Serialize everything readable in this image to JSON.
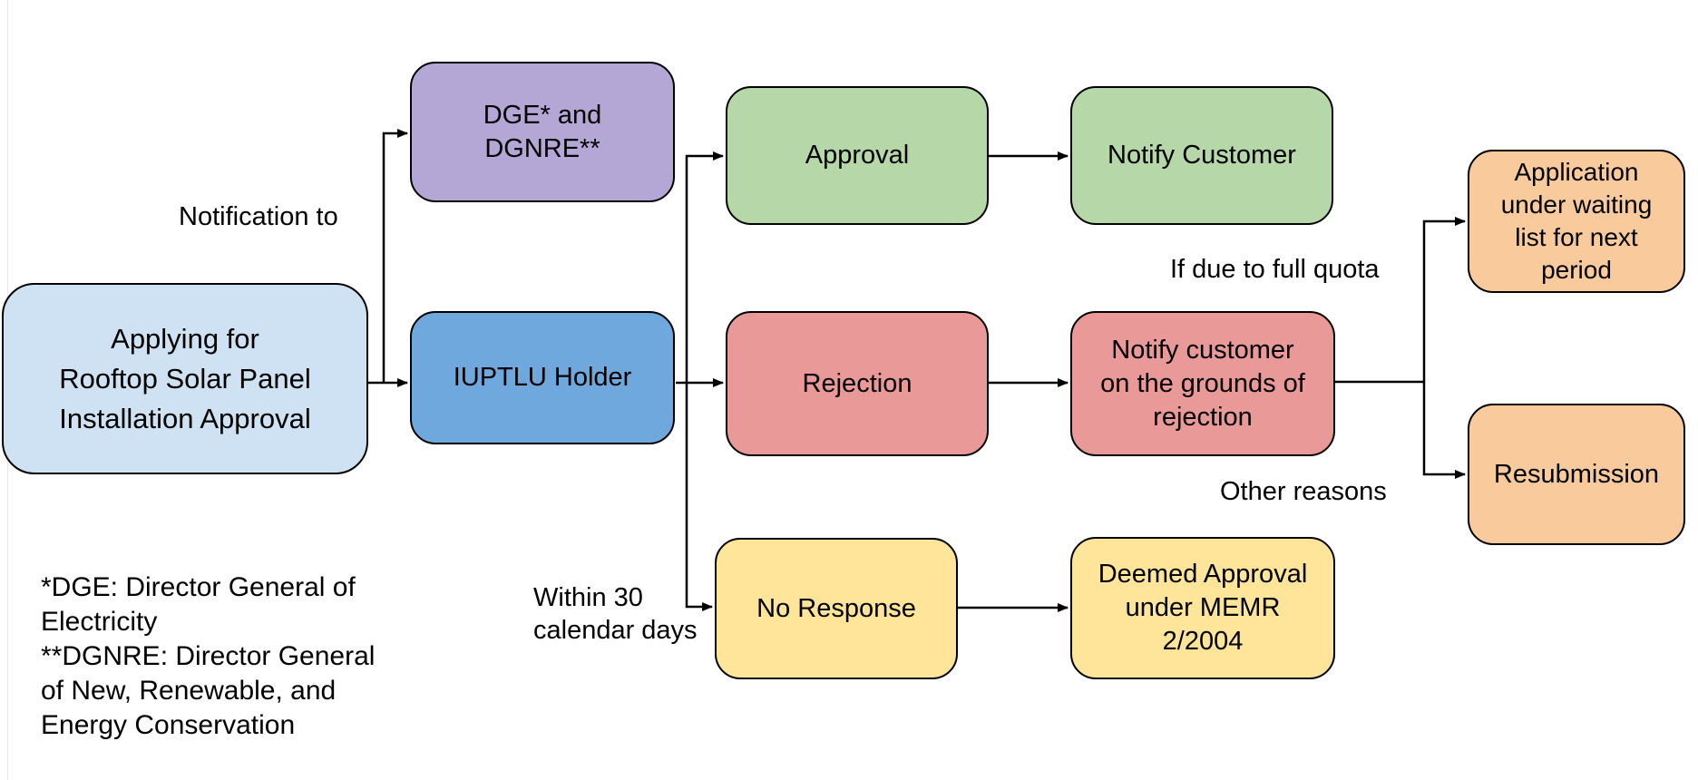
{
  "diagram": {
    "title": "Applying for Rooftop Solar Panel Installation Approval",
    "colors": {
      "light_blue": "#cfe2f3",
      "blue": "#6fa8dc",
      "purple": "#b4a7d6",
      "green": "#b6d7a8",
      "red": "#ea9999",
      "yellow": "#ffe599",
      "orange": "#f9cb9c",
      "line": "#000000",
      "background": "#ffffff"
    },
    "nodes": {
      "applying": {
        "label": "Applying for\nRooftop Solar Panel\nInstallation Approval",
        "color": "#cfe2f3"
      },
      "dge": {
        "label": "DGE* and\nDGNRE**",
        "color": "#b4a7d6"
      },
      "iuptlu": {
        "label": "IUPTLU Holder",
        "color": "#6fa8dc"
      },
      "approval": {
        "label": "Approval",
        "color": "#b6d7a8"
      },
      "notify_customer": {
        "label": "Notify Customer",
        "color": "#b6d7a8"
      },
      "rejection": {
        "label": "Rejection",
        "color": "#ea9999"
      },
      "notify_grounds": {
        "label": "Notify customer\non the grounds of\nrejection",
        "color": "#ea9999"
      },
      "no_response": {
        "label": "No Response",
        "color": "#ffe599"
      },
      "deemed_approval": {
        "label": "Deemed Approval\nunder MEMR\n2/2004",
        "color": "#ffe599"
      },
      "waiting_list": {
        "label": "Application\nunder waiting\nlist for next\nperiod",
        "color": "#f9cb9c"
      },
      "resubmission": {
        "label": "Resubmission",
        "color": "#f9cb9c"
      }
    },
    "edge_labels": {
      "notification_to": "Notification to",
      "within_30": "Within 30\ncalendar days",
      "full_quota": "If due to full quota",
      "other_reasons": "Other reasons"
    },
    "edges": [
      {
        "from": "applying",
        "to": "iuptlu",
        "label": ""
      },
      {
        "from": "applying",
        "to": "dge",
        "label": "Notification to"
      },
      {
        "from": "iuptlu",
        "to": "approval",
        "label": ""
      },
      {
        "from": "iuptlu",
        "to": "rejection",
        "label": ""
      },
      {
        "from": "iuptlu",
        "to": "no_response",
        "label": "Within 30 calendar days"
      },
      {
        "from": "approval",
        "to": "notify_customer",
        "label": ""
      },
      {
        "from": "rejection",
        "to": "notify_grounds",
        "label": ""
      },
      {
        "from": "no_response",
        "to": "deemed_approval",
        "label": ""
      },
      {
        "from": "notify_grounds",
        "to": "waiting_list",
        "label": "If due to full quota"
      },
      {
        "from": "notify_grounds",
        "to": "resubmission",
        "label": "Other reasons"
      }
    ],
    "footnote": "*DGE: Director General of\nElectricity\n**DGNRE: Director General\nof New, Renewable, and\nEnergy Conservation"
  }
}
